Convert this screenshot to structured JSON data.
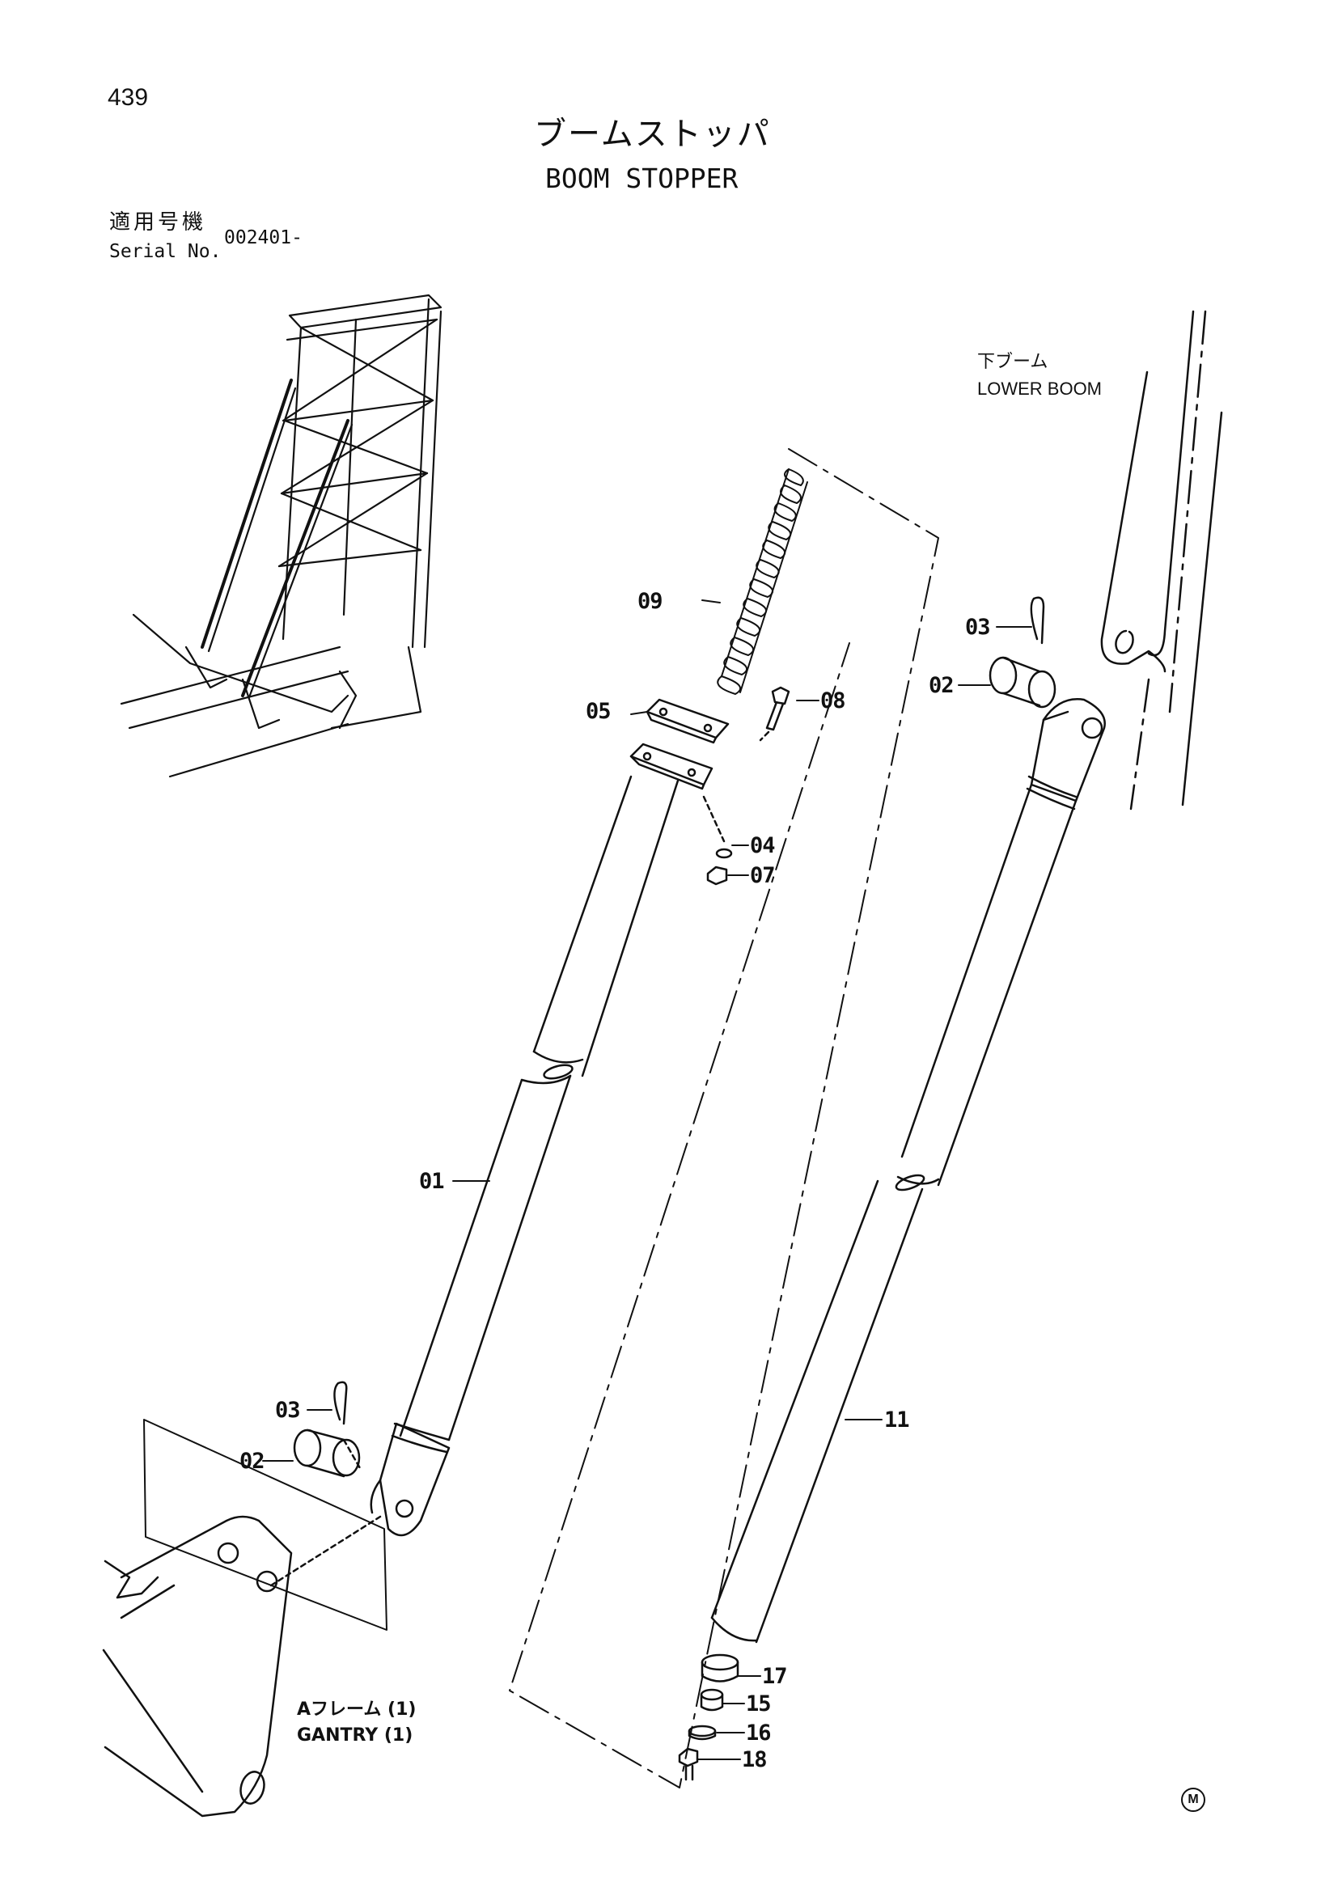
{
  "page_number": "439",
  "title": {
    "japanese": "ブームストッパ",
    "english": "BOOM STOPPER"
  },
  "serial": {
    "label_jp": "適用号機",
    "label_en": "Serial No.",
    "value": "002401-"
  },
  "labels": {
    "lower_boom_jp": "下ブーム",
    "lower_boom_en": "LOWER BOOM",
    "gantry_jp": "Aフレーム (1)",
    "gantry_en": "GANTRY (1)"
  },
  "callouts": {
    "c01": "01",
    "c02a": "02",
    "c03a": "03",
    "c02b": "02",
    "c03b": "03",
    "c04": "04",
    "c05": "05",
    "c07": "07",
    "c08": "08",
    "c09": "09",
    "c11": "11",
    "c15": "15",
    "c16": "16",
    "c17": "17",
    "c18": "18"
  },
  "mark": "M"
}
